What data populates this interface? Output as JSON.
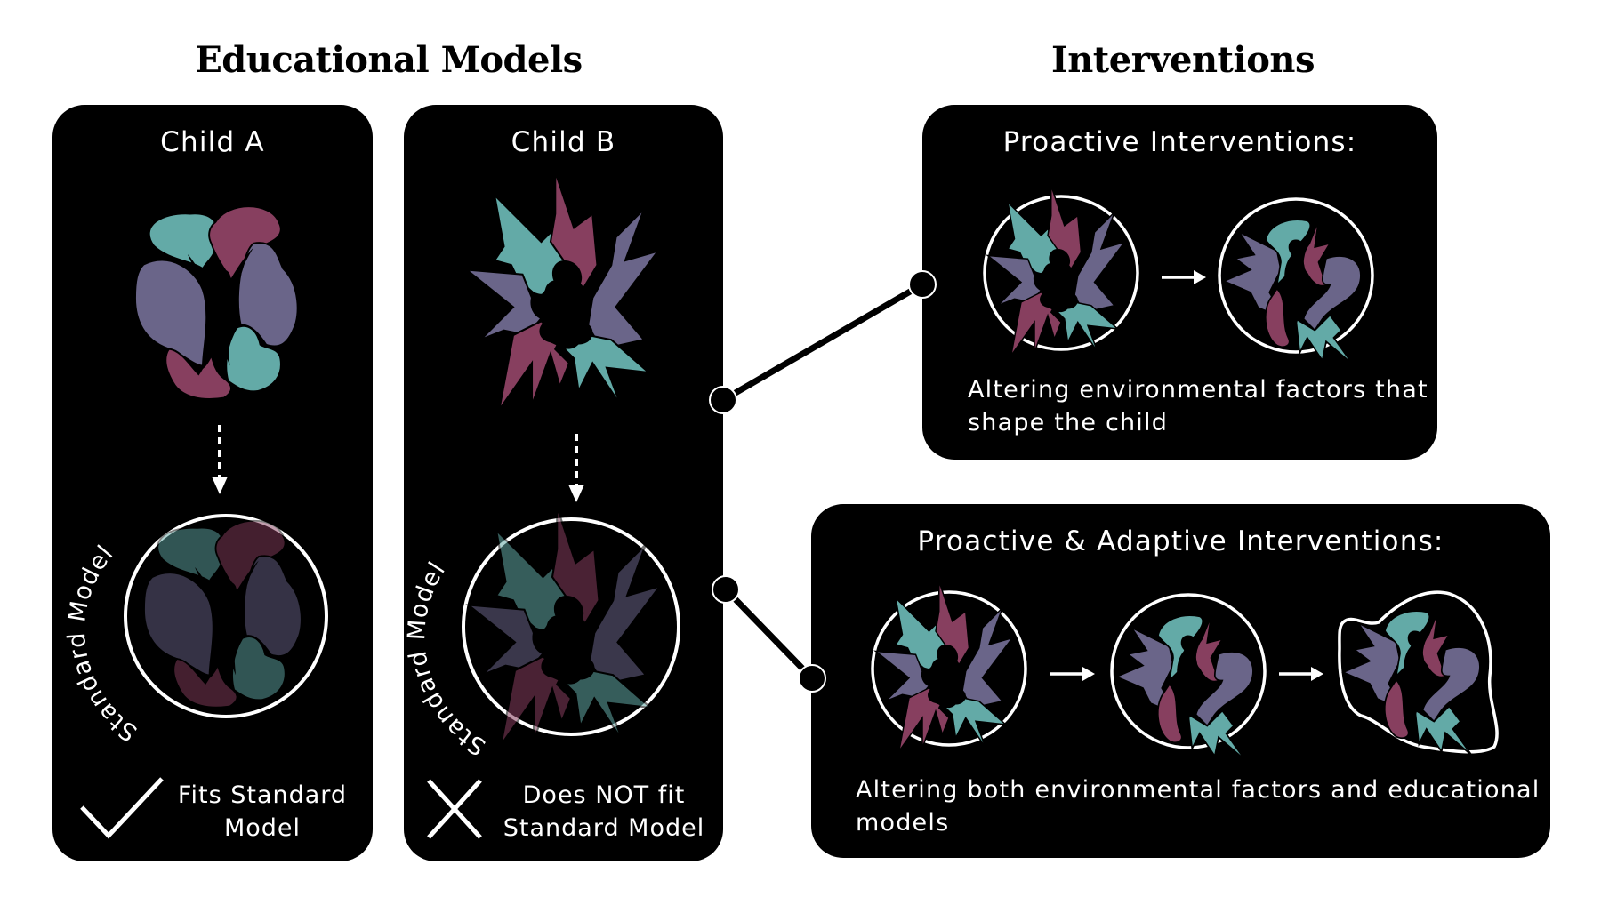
{
  "sections": {
    "left_title": "Educational Models",
    "right_title": "Interventions"
  },
  "child_a": {
    "title": "Child A",
    "model_label": "Standard Model",
    "verdict_line1": "Fits Standard",
    "verdict_line2": "Model",
    "verdict_icon": "checkmark-icon"
  },
  "child_b": {
    "title": "Child B",
    "model_label": "Standard Model",
    "verdict_line1": "Does NOT fit",
    "verdict_line2": "Standard Model",
    "verdict_icon": "cross-icon"
  },
  "proactive": {
    "title": "Proactive Interventions:",
    "caption_line1": "Altering environmental factors that",
    "caption_line2": "shape the child"
  },
  "adaptive": {
    "title": "Proactive & Adaptive Interventions:",
    "caption_line1": "Altering both environmental factors and educational",
    "caption_line2": "models"
  },
  "colors": {
    "teal": "#63AAA7",
    "plum": "#873F5F",
    "purple": "#6A6589",
    "panel": "#000000",
    "text": "#FFFFFF"
  }
}
